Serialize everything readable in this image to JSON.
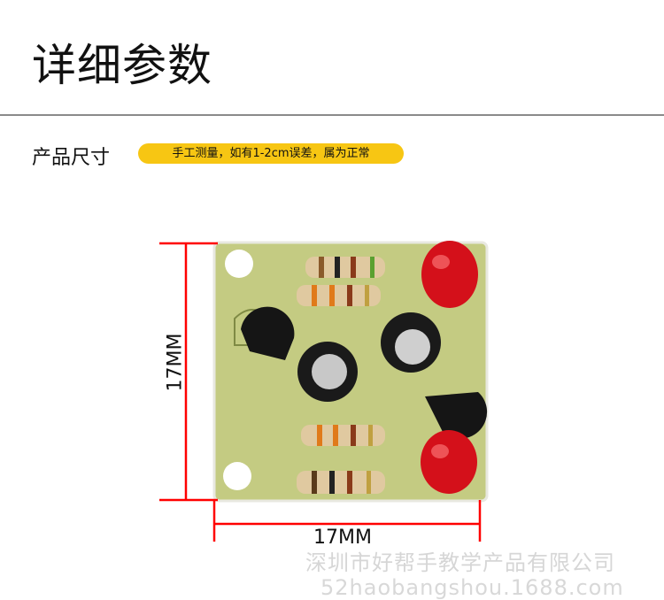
{
  "header": {
    "title": "详细参数"
  },
  "section": {
    "label": "产品尺寸",
    "note": "手工测量，如有1-2cm误差，属为正常"
  },
  "dimensions": {
    "height_label": "17MM",
    "width_label": "17MM"
  },
  "watermark": {
    "company": "深圳市好帮手教学产品有限公司",
    "url": "52haobangshou.1688.com"
  },
  "colors": {
    "accent": "#f7c613",
    "dimension_line": "#ff0000",
    "pcb": "#c9cf8a"
  }
}
